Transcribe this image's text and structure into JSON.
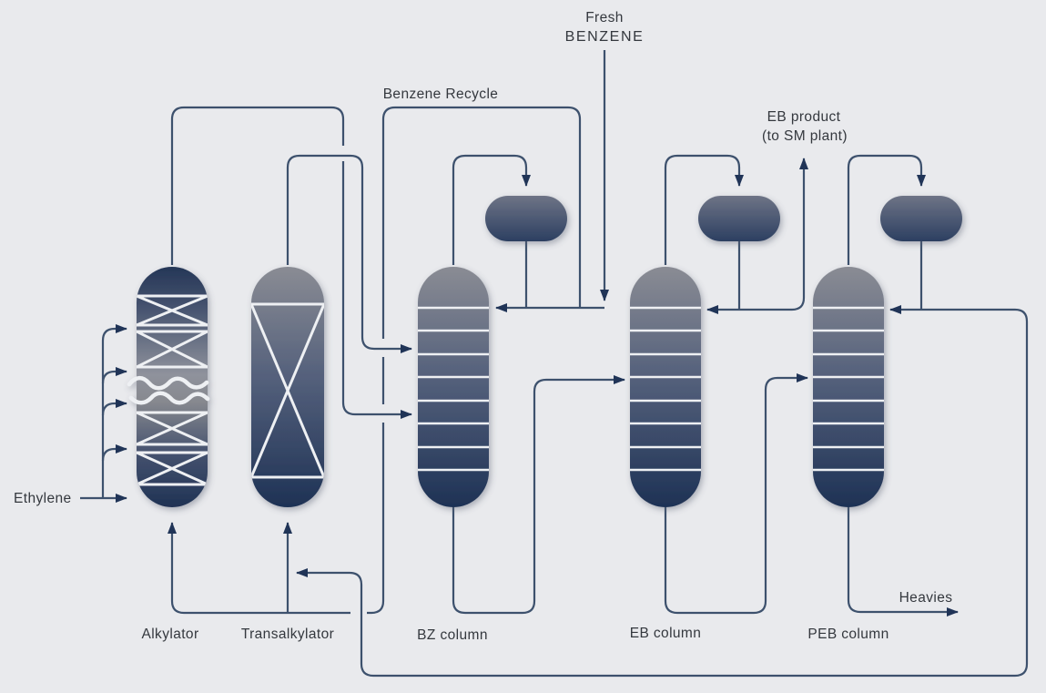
{
  "diagram": {
    "type": "process-flow-diagram",
    "subject": "Ethylbenzene production unit",
    "stream_labels": {
      "fresh_benzene_line1": "Fresh",
      "fresh_benzene_line2": "BENZENE",
      "benzene_recycle": "Benzene Recycle",
      "eb_product_line1": "EB product",
      "eb_product_line2": "(to SM plant)",
      "ethylene": "Ethylene",
      "heavies": "Heavies"
    },
    "equipment_labels": {
      "alkylator": "Alkylator",
      "transalkylator": "Transalkylator",
      "bz_column": "BZ column",
      "eb_column": "EB column",
      "peb_column": "PEB column"
    }
  },
  "colors": {
    "background": "#e9eaed",
    "pipe": "#3d516d",
    "arrowhead": "#203457",
    "vessel_gray": "#8a8c94",
    "vessel_navy": "#1e3255",
    "drum_top": "#6e7486",
    "drum_bottom": "#2c3f61",
    "internals": "#eef0f3",
    "text": "#34383e"
  }
}
